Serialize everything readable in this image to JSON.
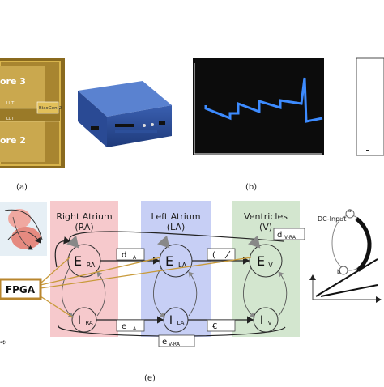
{
  "panel_a": {
    "label": "(a)",
    "chip_core_top": "ore 3",
    "chip_core_bottom": "ore 2",
    "lut_top": "LUT",
    "lut_bottom": "LUT",
    "biasgen": "BiasGen-2"
  },
  "panel_b": {
    "label": "(b)"
  },
  "panel_e": {
    "label": "(e)",
    "fpga": "FPGA",
    "columns": [
      {
        "title": "Right Atrium",
        "abbr": "(RA)",
        "excitatory": "E",
        "exc_sub": "RA",
        "inhibitory": "I",
        "inh_sub": "RA"
      },
      {
        "title": "Left Atrium",
        "abbr": "(LA)",
        "excitatory": "E",
        "exc_sub": "LA",
        "inhibitory": "I",
        "inh_sub": "LA"
      },
      {
        "title": "Ventricles",
        "abbr": "(V)",
        "excitatory": "E",
        "exc_sub": "V",
        "inhibitory": "I",
        "inh_sub": "V"
      }
    ],
    "delays": {
      "d_ra_la": "d",
      "d_ra_la_sub": "A",
      "d_la_v": "(",
      "d_v_ra": "d",
      "d_v_ra_sub": "V-RA",
      "e_ra_la": "e",
      "e_ra_la_sub": "A",
      "e_la_v": "€",
      "e_v_ra": "e",
      "e_v_ra_sub": "V-RA"
    },
    "side_arrow": "➪",
    "colors": {
      "ra": "#f6c9cc",
      "la": "#c7cff5",
      "v": "#d3e6cf",
      "fpga_border": "#b8862e",
      "fpga_line": "#c89a3a"
    }
  },
  "panel_right": {
    "dc_input": "DC-Input",
    "node_top": "a",
    "node_bottom": "b"
  }
}
